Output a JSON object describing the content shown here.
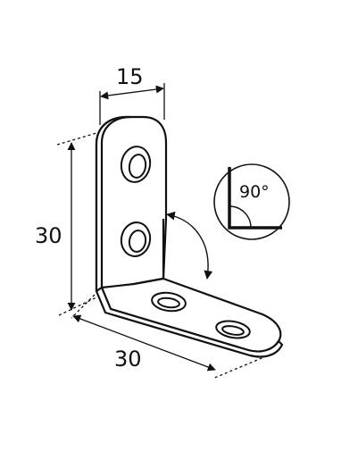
{
  "dimensions": {
    "width_label": "15",
    "height_label": "30",
    "length_label": "30"
  },
  "angle_callout": {
    "label": "90°"
  },
  "colors": {
    "line": "#111111",
    "background": "#ffffff"
  }
}
